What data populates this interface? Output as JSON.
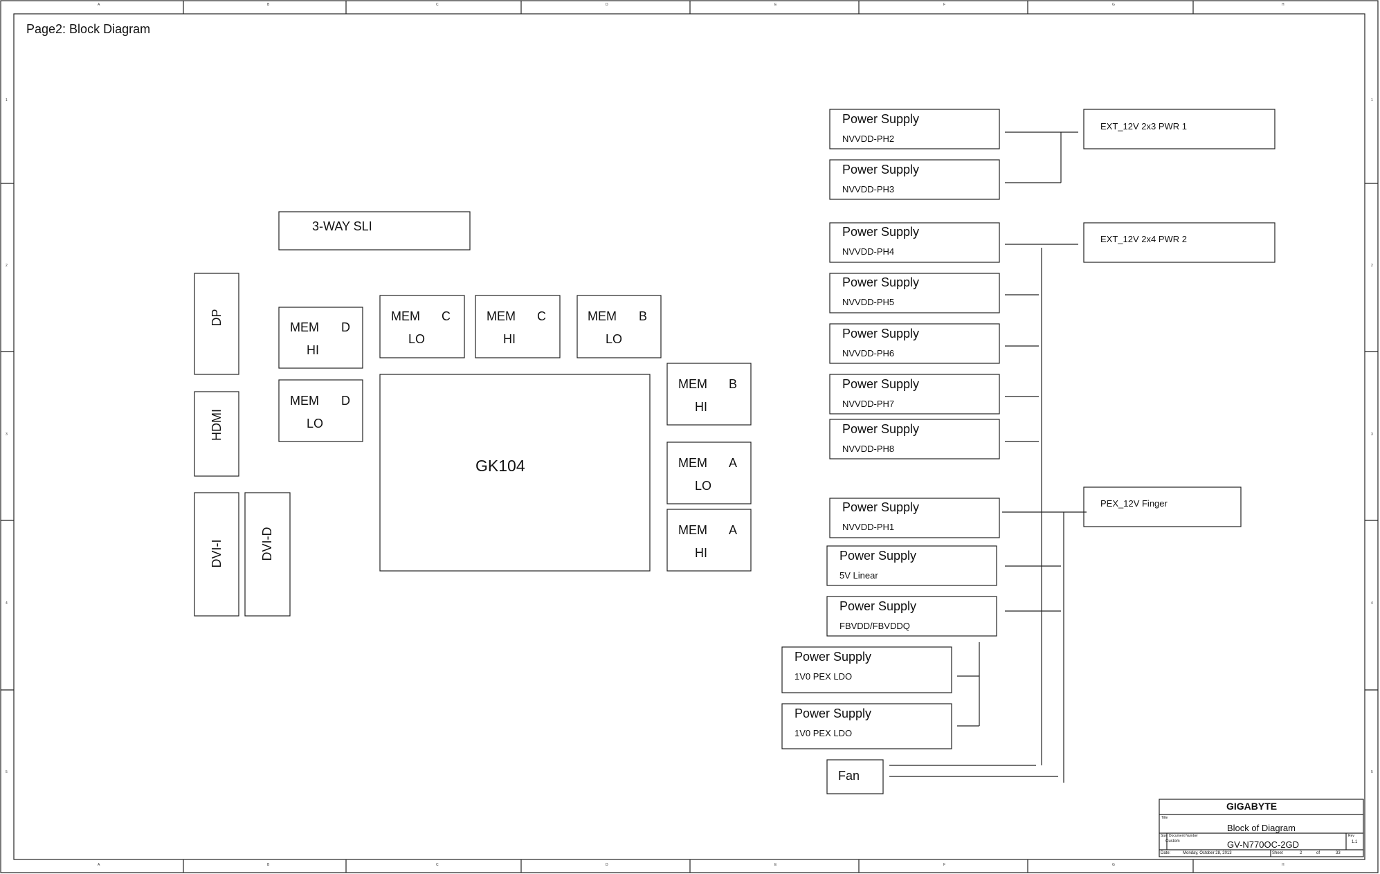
{
  "page_title": "Page2: Block Diagram",
  "gpu": "GK104",
  "sli": "3-WAY SLI",
  "connectors": [
    "DP",
    "HDMI",
    "DVI-I",
    "DVI-D"
  ],
  "memory": [
    {
      "name": "MEM",
      "channel": "D",
      "half": "HI"
    },
    {
      "name": "MEM",
      "channel": "D",
      "half": "LO"
    },
    {
      "name": "MEM",
      "channel": "C",
      "half": "LO"
    },
    {
      "name": "MEM",
      "channel": "C",
      "half": "HI"
    },
    {
      "name": "MEM",
      "channel": "B",
      "half": "LO"
    },
    {
      "name": "MEM",
      "channel": "B",
      "half": "HI"
    },
    {
      "name": "MEM",
      "channel": "A",
      "half": "LO"
    },
    {
      "name": "MEM",
      "channel": "A",
      "half": "HI"
    }
  ],
  "power_supplies": [
    {
      "title": "Power Supply",
      "rail": "NVVDD-PH2"
    },
    {
      "title": "Power Supply",
      "rail": "NVVDD-PH3"
    },
    {
      "title": "Power Supply",
      "rail": "NVVDD-PH4"
    },
    {
      "title": "Power Supply",
      "rail": "NVVDD-PH5"
    },
    {
      "title": "Power Supply",
      "rail": "NVVDD-PH6"
    },
    {
      "title": "Power Supply",
      "rail": "NVVDD-PH7"
    },
    {
      "title": "Power Supply",
      "rail": "NVVDD-PH8"
    },
    {
      "title": "Power Supply",
      "rail": "NVVDD-PH1"
    },
    {
      "title": "Power Supply",
      "rail": "5V Linear"
    },
    {
      "title": "Power Supply",
      "rail": "FBVDD/FBVDDQ"
    },
    {
      "title": "Power Supply",
      "rail": "1V0 PEX LDO"
    },
    {
      "title": "Power Supply",
      "rail": "1V0 PEX LDO"
    }
  ],
  "fan": "Fan",
  "power_inputs": [
    "EXT_12V 2x3 PWR 1",
    "EXT_12V 2x4 PWR 2",
    "PEX_12V Finger"
  ],
  "grid": {
    "columns": [
      "A",
      "B",
      "C",
      "D",
      "E",
      "F",
      "G",
      "H"
    ],
    "rows": [
      "1",
      "2",
      "3",
      "4",
      "5"
    ]
  },
  "title_block": {
    "company": "GIGABYTE",
    "title_label": "Title",
    "title": "Block of Diagram",
    "size_label": "Size",
    "size": "Custom",
    "docnum_label": "Document Number",
    "docnum": "GV-N770OC-2GD",
    "rev_label": "Rev",
    "rev": "1.1",
    "date_label": "Date:",
    "date": "Monday, October 28, 2013",
    "sheet_label": "Sheet",
    "sheet": "2",
    "of_label": "of",
    "of": "33"
  }
}
